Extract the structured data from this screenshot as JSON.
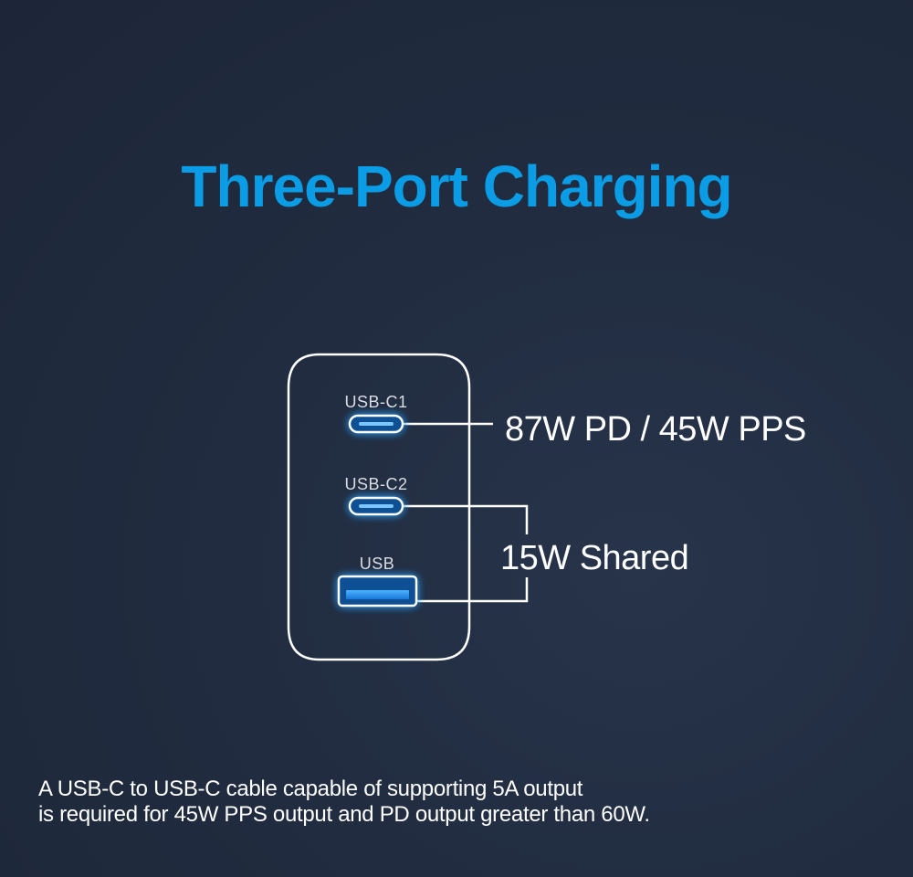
{
  "title": "Three-Port Charging",
  "ports": [
    {
      "id": "usb-c1",
      "label": "USB-C1",
      "output": "87W PD / 45W PPS"
    },
    {
      "id": "usb-c2",
      "label": "USB-C2"
    },
    {
      "id": "usb-a",
      "label": "USB"
    }
  ],
  "shared_output": "15W Shared",
  "footnote": {
    "line1": "A USB-C to USB-C cable capable of supporting 5A output",
    "line2": "is required for 45W PPS output and PD output greater than 60W."
  },
  "colors": {
    "title": "#0a9de6",
    "port_glow": "#2f9cf5",
    "background": "#212c40"
  }
}
